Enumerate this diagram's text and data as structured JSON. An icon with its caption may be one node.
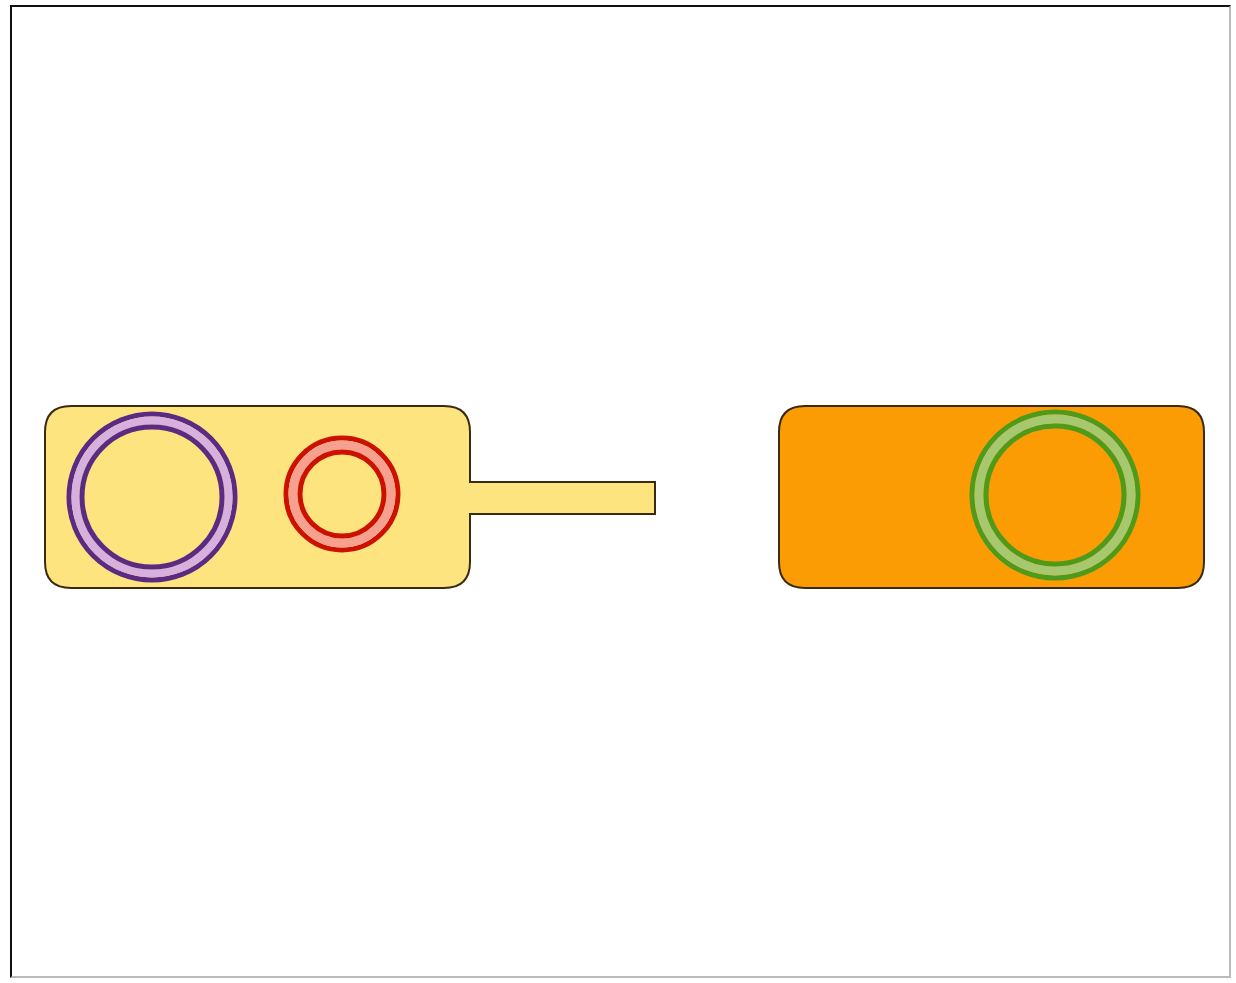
{
  "diagram": {
    "nodes": [
      {
        "text": [],
        "shape": "box"
      },
      {
        "text": [],
        "shape": "circle",
        "in": 0
      },
      {
        "text": [],
        "shape": "circle",
        "in": 0
      },
      {
        "text": [],
        "shape": "box"
      },
      {
        "text": [],
        "shape": "circle",
        "in": 3
      }
    ]
  }
}
